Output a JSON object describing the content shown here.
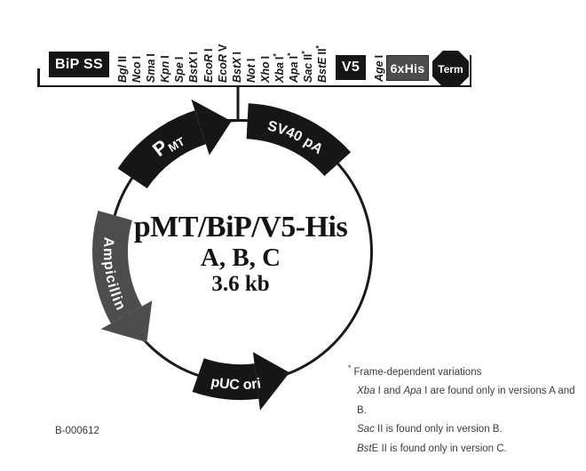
{
  "header": {
    "bip_ss": "BiP SS",
    "v5": "V5",
    "his": "6xHis",
    "term": "Term"
  },
  "mcs_sites": [
    {
      "it": "Bgl",
      "ro": "II"
    },
    {
      "it": "Nco",
      "ro": "I"
    },
    {
      "it": "Sma",
      "ro": "I"
    },
    {
      "it": "Kpn",
      "ro": "I"
    },
    {
      "it": "Spe",
      "ro": "I"
    },
    {
      "it": "BstX",
      "ro": "I"
    },
    {
      "it": "EcoR",
      "ro": "I"
    },
    {
      "it": "EcoR",
      "ro": "V"
    },
    {
      "it": "BstX",
      "ro": "I"
    },
    {
      "it": "Not",
      "ro": "I"
    },
    {
      "it": "Xho",
      "ro": "I"
    },
    {
      "it": "Xba",
      "ro": "I",
      "star": "*"
    },
    {
      "it": "Apa",
      "ro": "I",
      "star": "*"
    },
    {
      "it": "Sac",
      "ro": "II",
      "star": "*"
    },
    {
      "it": "BstE",
      "ro": "II",
      "star": "*"
    }
  ],
  "age_site": {
    "it": "Age",
    "ro": "I"
  },
  "plasmid": {
    "title": "pMT/BiP/V5-His",
    "versions": "A, B, C",
    "size": "3.6 kb",
    "promoter_main": "P",
    "promoter_sub": "MT",
    "sv40": "SV40 pA",
    "ampicillin": "Ampicillin",
    "puc_ori": "pUC ori"
  },
  "footnote": {
    "star": "*",
    "head": "Frame-dependent variations",
    "l2": {
      "it1": "Xba",
      "t1": " I and ",
      "it2": "Apa",
      "t2": " I are found only in versions A and B."
    },
    "l3": {
      "it1": "Sac",
      "t1": " II is found only in version B."
    },
    "l4": {
      "it1": "Bst",
      "t1": "E II is found only in version C."
    }
  },
  "doc_number": "B-000612",
  "colors": {
    "ink": "#1a1a1a",
    "feature_gray": "#4d4d4d",
    "label_text": "#ffffff"
  }
}
